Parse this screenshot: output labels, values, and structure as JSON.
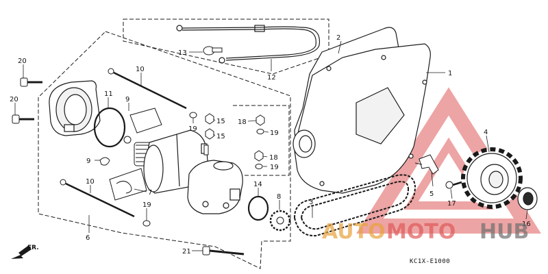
{
  "diagram": {
    "callouts": {
      "c1": "1",
      "c2": "2",
      "c3": "3",
      "c4": "4",
      "c5": "5",
      "c6": "6",
      "c7": "7",
      "c8": "8",
      "c9a": "9",
      "c9b": "9",
      "c10a": "10",
      "c10b": "10",
      "c11": "11",
      "c12": "12",
      "c13": "13",
      "c14": "14",
      "c15a": "15",
      "c15b": "15",
      "c16": "16",
      "c17": "17",
      "c18a": "18",
      "c18b": "18",
      "c19a": "19",
      "c19b": "19",
      "c19c": "19",
      "c19d": "19",
      "c20a": "20",
      "c20b": "20",
      "c21": "21"
    },
    "direction_label": "FR.",
    "drawing_code": "KC1X-E1000"
  },
  "watermark": {
    "part1": "AUTO",
    "part2": "MOTO",
    "part3": "HUB",
    "color_primary": "#e8a23a",
    "color_secondary": "#e05a5a",
    "color_tertiary": "#6e6e6e"
  },
  "colors": {
    "line": "#1a1a1a",
    "background": "#ffffff"
  }
}
